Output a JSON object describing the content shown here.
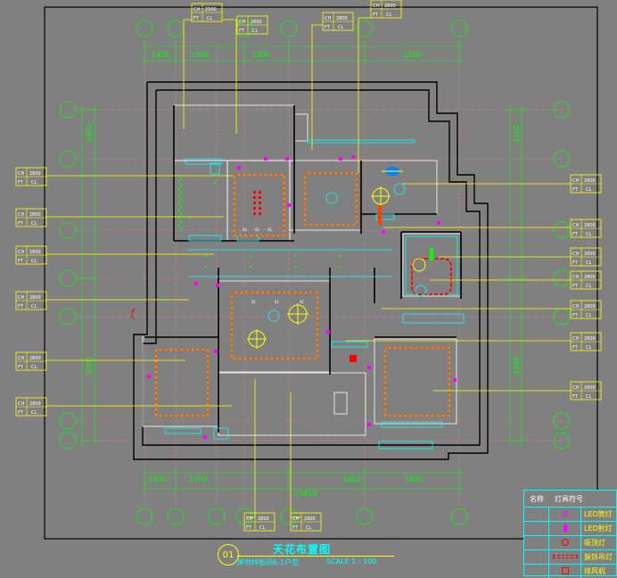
{
  "title": {
    "number": "01",
    "main": "天花布置图",
    "subtitle": "屏地样板间6-1户型",
    "scale": "SCALE  1 : 100"
  },
  "dimensions": {
    "top": [
      "1400",
      "2300",
      "3200",
      "3200"
    ],
    "bottom": [
      "1500",
      "2700",
      "1600",
      "1650"
    ],
    "bottom_total": "11650",
    "left": [
      "3900",
      "3000"
    ],
    "right": [
      "3100",
      "3300"
    ]
  },
  "tags": {
    "ch_label": "CH",
    "ft_label": "FT",
    "ft_value": "CL",
    "items": [
      {
        "id": "t1",
        "ch": "2500"
      },
      {
        "id": "t2",
        "ch": "2800"
      },
      {
        "id": "t3",
        "ch": "2800"
      },
      {
        "id": "t4",
        "ch": "2800"
      },
      {
        "id": "l1",
        "ch": "2800"
      },
      {
        "id": "l2",
        "ch": "2800"
      },
      {
        "id": "l3",
        "ch": "2800"
      },
      {
        "id": "l4",
        "ch": "2800"
      },
      {
        "id": "l5",
        "ch": "2800"
      },
      {
        "id": "l6",
        "ch": "2800"
      },
      {
        "id": "r1",
        "ch": "2800"
      },
      {
        "id": "r2",
        "ch": "2800"
      },
      {
        "id": "r3",
        "ch": "2600"
      },
      {
        "id": "r4",
        "ch": "2800"
      },
      {
        "id": "r5",
        "ch": "2800"
      },
      {
        "id": "r6",
        "ch": "2800"
      },
      {
        "id": "r7",
        "ch": "2800"
      },
      {
        "id": "b1",
        "ch": "2800"
      },
      {
        "id": "b2",
        "ch": "2800"
      }
    ]
  },
  "legend": {
    "header_name": "名称",
    "header_symbol": "灯具符号",
    "rows": [
      {
        "label": "LED筒灯",
        "symbol": "crosshair-icon"
      },
      {
        "label": "LED射灯",
        "symbol": "arrow-icon"
      },
      {
        "label": "吸顶灯",
        "symbol": "circle-icon"
      },
      {
        "label": "装饰吊灯",
        "symbol": "strip-icon"
      },
      {
        "label": "排风机",
        "symbol": "fan-icon"
      }
    ]
  },
  "colors": {
    "background": "#808080",
    "wall": "#000000",
    "ceiling": "#ffffff",
    "leader": "#ffff00",
    "dimension": "#00ff00",
    "lighting": "#ff0000",
    "cyan": "#00ffff",
    "magenta": "#ff00ff",
    "axis": "#00ff00"
  }
}
